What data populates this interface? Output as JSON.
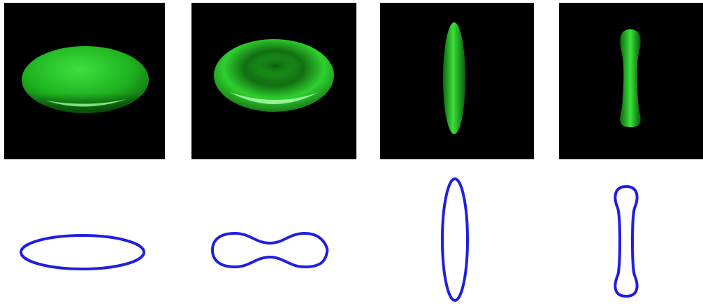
{
  "figure": {
    "shapes": [
      {
        "id": "oblate-ellipsoid"
      },
      {
        "id": "biconcave-discocyte"
      },
      {
        "id": "prolate-ellipsoid"
      },
      {
        "id": "dumbbell-stomatocyte"
      }
    ]
  },
  "colors": {
    "background": "#ffffff",
    "panel_background": "#000000",
    "surface_green": "#1fbf1f",
    "surface_highlight": "#a8ffa8",
    "surface_shadow": "#0a4a0a",
    "outline_blue": "#1f1fe0"
  }
}
